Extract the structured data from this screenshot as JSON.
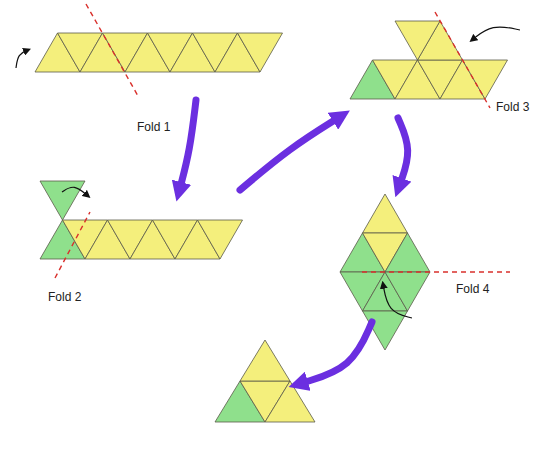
{
  "diagram": {
    "labels": [
      "Fold 1",
      "Fold 2",
      "Fold 3",
      "Fold 4"
    ]
  }
}
